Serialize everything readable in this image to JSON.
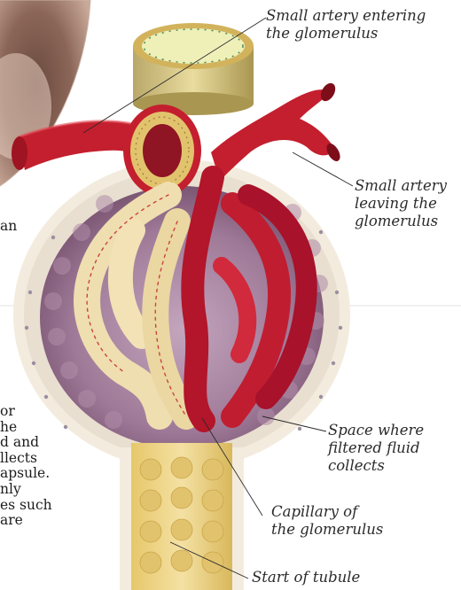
{
  "labels": {
    "artery_entering": "Small artery entering\nthe glomerulus",
    "artery_leaving": "Small artery\nleaving the\nglomerulus",
    "space_fluid": "Space where\nfiltered fluid\ncollects",
    "capillary": "Capillary of\nthe glomerulus",
    "tubule": "Start of tubule"
  },
  "fragments": {
    "top_fragment": "an",
    "paragraph_fragment": "or\nhe\nd and\nllects\napsule.\nnly\nes such\nare"
  },
  "colors": {
    "artery_red": "#c41f2e",
    "capillary_red": "#b3152a",
    "capsule_lilac": "#8e6483",
    "tubule_yellow": "#efd98a",
    "photo_sepia": "#a1786a"
  }
}
